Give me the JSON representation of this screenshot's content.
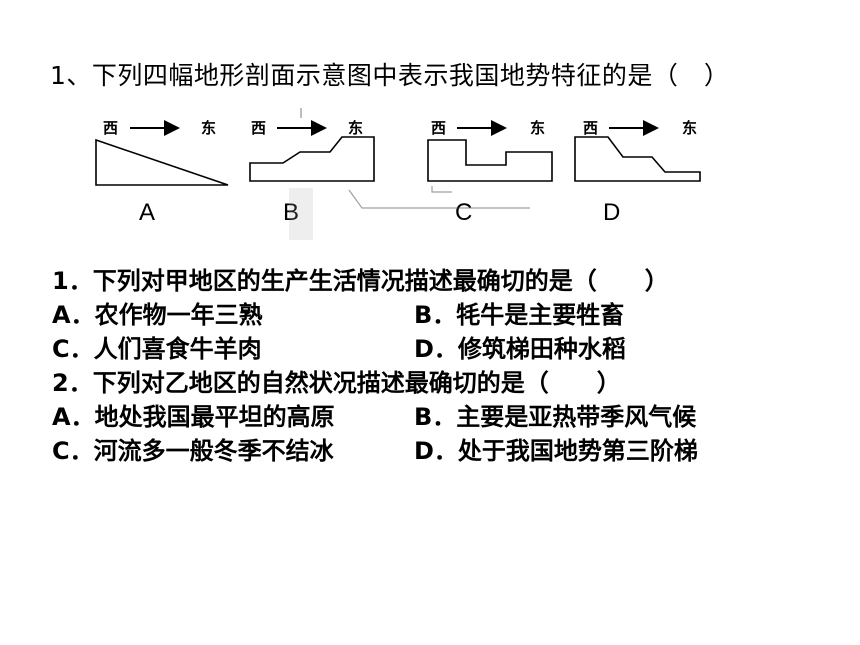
{
  "question_main": "1、下列四幅地形剖面示意图中表示我国地势特征的是（　）",
  "profiles": [
    {
      "west": "西",
      "east": "东",
      "label": "A"
    },
    {
      "west": "西",
      "east": "东",
      "label": "B"
    },
    {
      "west": "西",
      "east": "东",
      "label": "C"
    },
    {
      "west": "西",
      "east": "东",
      "label": "D"
    }
  ],
  "sub_questions": [
    {
      "question": "1．下列对甲地区的生产生活情况描述最确切的是（　　）",
      "options": [
        "A．农作物一年三熟",
        "B．牦牛是主要牲畜",
        "C．人们喜食牛羊肉",
        "D．修筑梯田种水稻"
      ]
    },
    {
      "question": "2．下列对乙地区的自然状况描述最确切的是（　　）",
      "options": [
        "A．地处我国最平坦的高原",
        "B．主要是亚热带季风气候",
        "C．河流多一般冬季不结冰",
        "D．处于我国地势第三阶梯"
      ]
    }
  ]
}
